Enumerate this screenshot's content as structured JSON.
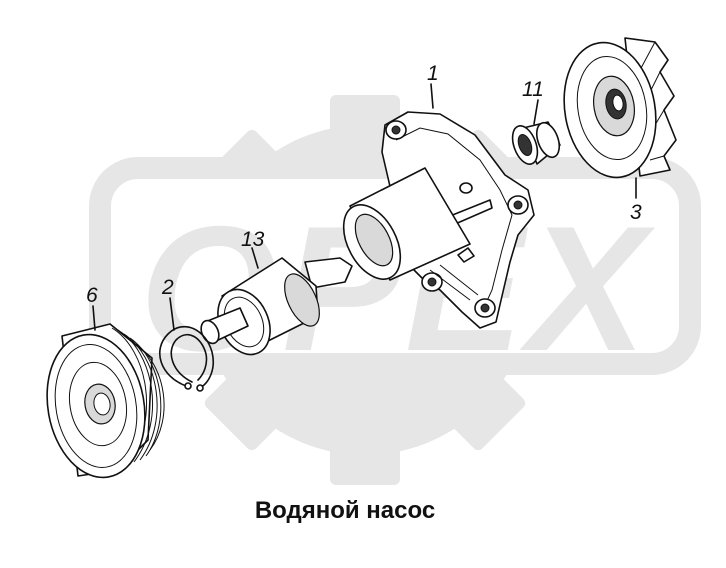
{
  "caption": "Водяной насос",
  "watermark_text": "OPEX",
  "callouts": {
    "housing": "1",
    "circlip": "2",
    "impeller": "3",
    "pulley": "6",
    "bearing": "11",
    "shaft_bearing": "13"
  },
  "colors": {
    "line": "#111111",
    "watermark": "#e6e6e6",
    "background": "#ffffff"
  }
}
